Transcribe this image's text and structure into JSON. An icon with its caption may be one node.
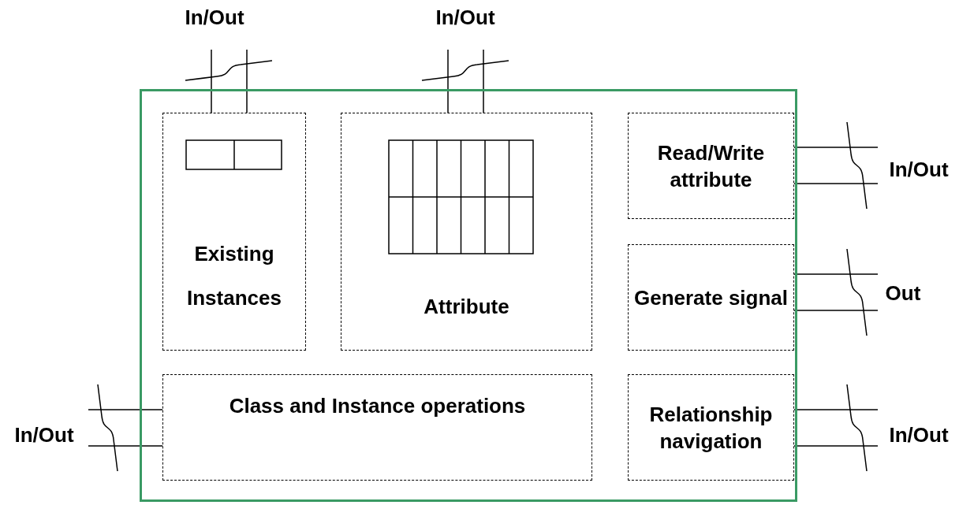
{
  "diagram": {
    "nodes": [
      {
        "text": [],
        "shape": "box"
      },
      {
        "text": [
          "Existing Instances"
        ],
        "in": 0
      },
      {
        "text": [
          "Attribute"
        ],
        "in": 0
      },
      {
        "text": [
          "Read/Write attribute"
        ],
        "in": 0
      },
      {
        "text": [
          "Generate signal"
        ],
        "in": 0
      },
      {
        "text": [
          "Class and Instance operations"
        ],
        "in": 0
      },
      {
        "text": [
          "Relationship navigation"
        ],
        "in": 0
      }
    ],
    "edges": [
      {
        "from": 1,
        "to": null,
        "arrow": "none"
      },
      {
        "from": 1,
        "to": null,
        "arrow": "none"
      },
      {
        "from": 2,
        "to": null,
        "arrow": "none"
      },
      {
        "from": 2,
        "to": null,
        "arrow": "none"
      },
      {
        "from": 3,
        "to": null,
        "arrow": "none"
      },
      {
        "from": 3,
        "to": null,
        "arrow": "none"
      },
      {
        "from": 4,
        "to": null,
        "arrow": "none"
      },
      {
        "from": 4,
        "to": null,
        "arrow": "none"
      },
      {
        "from": 5,
        "to": null,
        "arrow": "none"
      },
      {
        "from": 5,
        "to": null,
        "arrow": "none"
      },
      {
        "from": 6,
        "to": null,
        "arrow": "none"
      },
      {
        "from": 6,
        "to": null,
        "arrow": "none"
      }
    ],
    "labels": [
      "In/Out",
      "In/Out",
      "In/Out",
      "Out",
      "In/Out",
      "In/Out"
    ]
  }
}
